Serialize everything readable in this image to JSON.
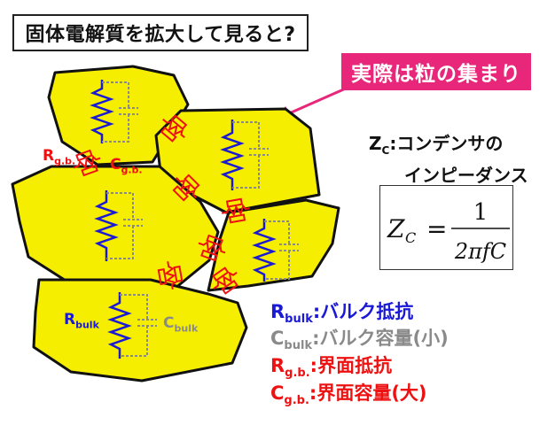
{
  "title": "固体電解質を拡大して見ると?",
  "callout": "実際は粒の集まり",
  "zc_definition": {
    "symbol": "Z",
    "symbol_sub": "C",
    "line1_rest": ":コンデンサの",
    "line2": "インピーダンス"
  },
  "formula": {
    "lhs": "Z",
    "lhs_sub": "C",
    "equals": "=",
    "numerator": "1",
    "denominator": "2πfC"
  },
  "diagram_labels": {
    "rgb": {
      "main": "R",
      "sub": "g.b."
    },
    "cgb": {
      "main": "C",
      "sub": "g.b."
    },
    "rbulk": {
      "main": "R",
      "sub": "bulk"
    },
    "cbulk": {
      "main": "C",
      "sub": "bulk"
    }
  },
  "legend": [
    {
      "main": "R",
      "sub": "bulk",
      "text": ":バルク抵抗",
      "color": "#1a1ad6"
    },
    {
      "main": "C",
      "sub": "bulk",
      "text": ":バルク容量(小)",
      "color": "#8a8a8a"
    },
    {
      "main": "R",
      "sub": "g.b.",
      "text": ":界面抵抗",
      "color": "#ee1111"
    },
    {
      "main": "C",
      "sub": "g.b.",
      "text": ":界面容量(大)",
      "color": "#ee1111"
    }
  ],
  "colors": {
    "grain_fill": "#f6ee00",
    "grain_border": "#111111",
    "bulk_resistor": "#1a1ad6",
    "bulk_capacitor": "#8a8a8a",
    "grain_boundary": "#ee1111",
    "callout_bg": "#e8267a"
  }
}
